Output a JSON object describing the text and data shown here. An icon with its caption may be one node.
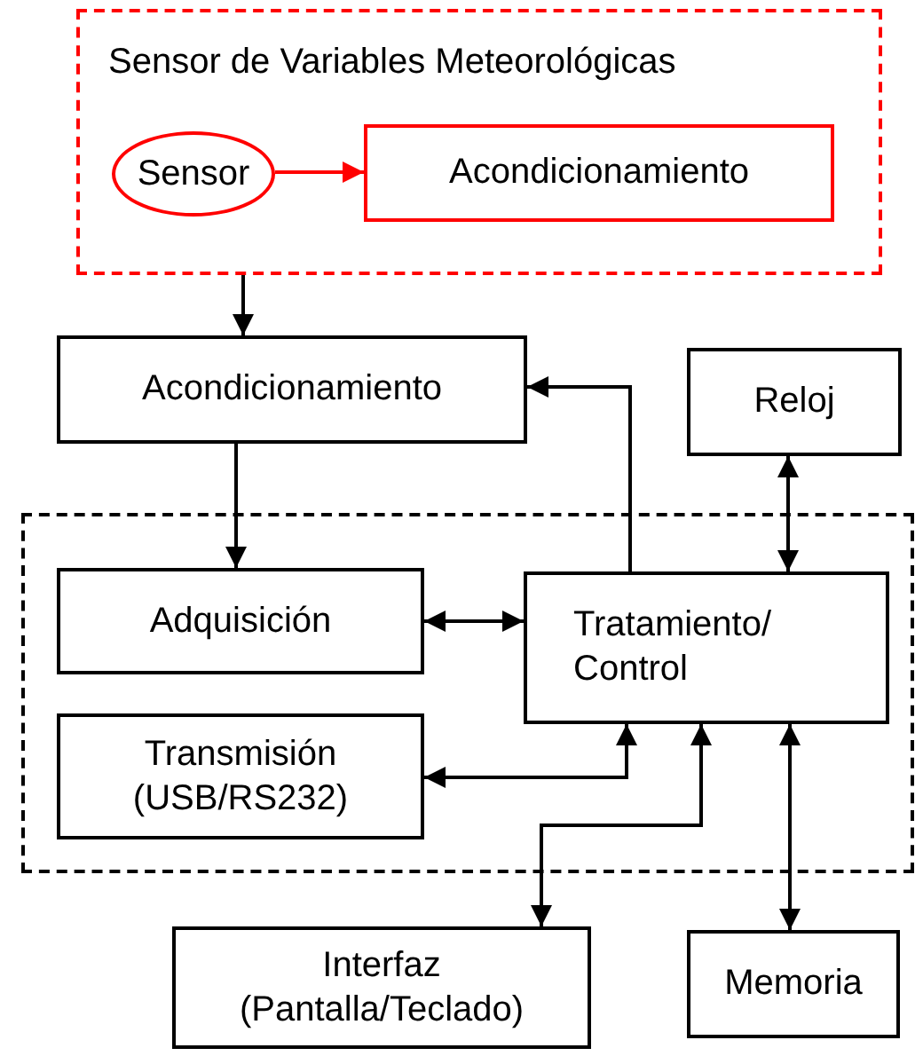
{
  "diagram": {
    "nodes": [
      {
        "text": [
          "Sensor de Variables Meteorológicas"
        ]
      },
      {
        "text": [
          "Sensor"
        ],
        "in": 0
      },
      {
        "text": [
          "Acondicionamiento"
        ],
        "in": 0
      },
      {
        "text": [
          "Acondicionamiento"
        ]
      },
      {
        "text": [
          "Reloj"
        ]
      },
      {
        "text": [],
        "shape": "box"
      },
      {
        "text": [
          "Adquisición"
        ],
        "in": 5
      },
      {
        "text": [
          "Tratamiento/ Control"
        ],
        "in": 5
      },
      {
        "text": [
          "Transmisión (USB/RS232)"
        ],
        "in": 5
      },
      {
        "text": [
          "Interfaz (Pantalla/Teclado)"
        ]
      },
      {
        "text": [
          "Memoria"
        ]
      }
    ],
    "edges": [
      {
        "from": 1,
        "to": 2,
        "arrow": "to",
        "color": "#ff0000"
      },
      {
        "from": 0,
        "to": 3,
        "arrow": "to"
      },
      {
        "from": 3,
        "to": 6,
        "arrow": "to"
      },
      {
        "from": 7,
        "to": 3,
        "arrow": "to"
      },
      {
        "from": 4,
        "to": 7,
        "arrow": "both"
      },
      {
        "from": 6,
        "to": 7,
        "arrow": "both"
      },
      {
        "from": 7,
        "to": 8,
        "arrow": "both"
      },
      {
        "from": 7,
        "to": 9,
        "arrow": "both"
      },
      {
        "from": 7,
        "to": 10,
        "arrow": "both"
      }
    ]
  }
}
